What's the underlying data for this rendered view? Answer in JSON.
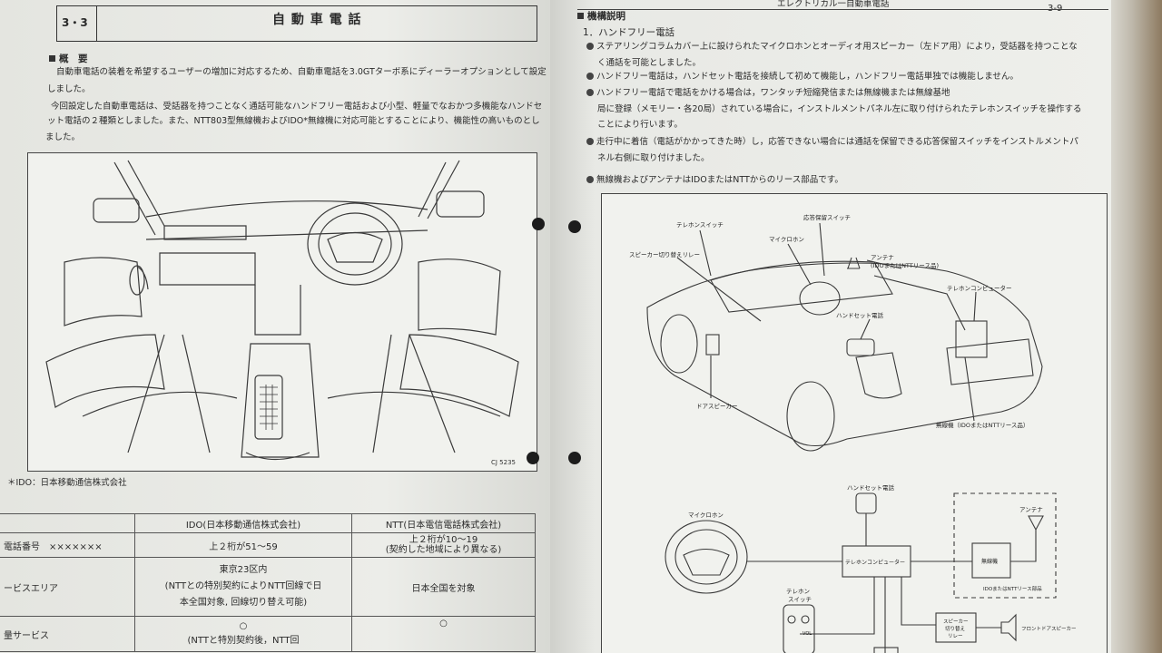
{
  "left": {
    "section_number": "3・3",
    "section_title": "自 動 車 電 話",
    "overview_heading": "概　要",
    "overview_lines": [
      "自動車電話の装着を希望するユーザーの増加に対応するため、自動車電話を3.0GTターボ系にディーラーオプションとして設定",
      "しました。",
      "今回設定した自動車電話は、受話器を持つことなく通話可能なハンドフリー電話および小型、軽量でなおかつ多機能なハンドセ",
      "ット電話の２種類としました。また、NTT803型無線機およびIDO*無線機に対応可能とすることにより、機能性の高いものとし",
      "ました。"
    ],
    "figure_code": "CJ 5235",
    "footnote": "＊IDO：日本移動通信株式会社",
    "table": {
      "col_ido": "IDO(日本移動通信株式会社)",
      "col_ntt": "NTT(日本電信電話株式会社)",
      "rows": [
        {
          "label": "電話番号",
          "ido": "上２桁が51～59",
          "ntt": "上２桁が10～19",
          "ntt2": "(契約した地域により異なる)"
        },
        {
          "label": "ービスエリア",
          "ido": "東京23区内",
          "ido2": "(NTTとの特別契約によりNTT回線で日",
          "ido3": "本全国対象, 回線切り替え可能)",
          "ntt": "日本全国を対象"
        },
        {
          "label": "量サービス",
          "ido": "○",
          "ido2": "(NTTと特別契約後，NTT回",
          "ntt": "○"
        }
      ],
      "phone_mask": "×××××××"
    }
  },
  "right": {
    "running_header": "エレクトリカル一自動車電話",
    "page_number": "3-9",
    "mechanism_heading": "機構説明",
    "sub_heading": "1．ハンドフリー電話",
    "bullets": [
      [
        "ステアリングコラムカバー上に設けられたマイクロホンとオーディオ用スピーカー（左ドア用）により，受話器を持つことな",
        "く通話を可能としました。"
      ],
      [
        "ハンドフリー電話は，ハンドセット電話を接続して初めて機能し，ハンドフリー電話単独では機能しません。"
      ],
      [
        "ハンドフリー電話で電話をかける場合は，ワンタッチ短縮発信または無線機または無線基地",
        "局に登録（メモリー・各20局）されている場合に，インストルメントパネル左に取り付けられたテレホンスイッチを操作する",
        "ことにより行います。"
      ],
      [
        "走行中に着信（電話がかかってきた時）し，応答できない場合には通話を保留できる応答保留スイッチをインストルメントパ",
        "ネル右側に取り付けました。"
      ],
      [
        "無線機およびアンテナはIDOまたはNTTからのリース部品です。"
      ]
    ],
    "car_labels": {
      "telephone_switch": "テレホンスイッチ",
      "hold_switch": "応答保留スイッチ",
      "microphone": "マイクロホン",
      "speaker_relay": "スピーカー切り替えリレー",
      "antenna": "アンテナ",
      "antenna_note": "(IDOまたはNTTリース品)",
      "telephone_computer": "テレホンコンピューター",
      "handset_phone": "ハンドセット電話",
      "door_speaker": "ドアスピーカー",
      "radio_unit": "無線機（IDOまたはNTTリース品）"
    },
    "block_labels": {
      "handset_phone": "ハンドセット電話",
      "antenna": "アンテナ",
      "microphone": "マイクロホン",
      "telephone_computer": "テレホンコンピューター",
      "radio_unit": "無線機",
      "lease_note": "IDOまたはNTTリース部品",
      "telephone_switch_1": "テレホン",
      "telephone_switch_2": "スイッチ",
      "speaker_relay_1": "スピーカー",
      "speaker_relay_2": "切り替え",
      "speaker_relay_3": "リレー",
      "front_door_speaker": "フロントドアスピーカー",
      "vol": "VOL"
    }
  }
}
